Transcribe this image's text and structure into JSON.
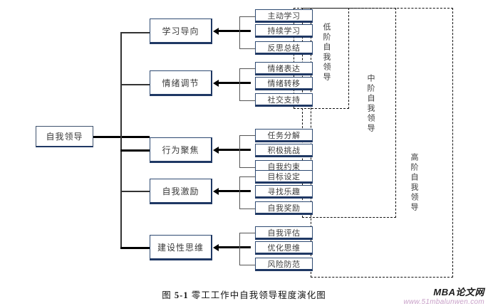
{
  "figure": {
    "root": {
      "label": "自我领导"
    },
    "categories": [
      {
        "label": "学习导向",
        "children": [
          {
            "label": "主动学习"
          },
          {
            "label": "持续学习"
          },
          {
            "label": "反思总结"
          }
        ]
      },
      {
        "label": "情绪调节",
        "children": [
          {
            "label": "情绪表达"
          },
          {
            "label": "情绪转移"
          },
          {
            "label": "社交支持"
          }
        ]
      },
      {
        "label": "行为聚焦",
        "children": [
          {
            "label": "任务分解"
          },
          {
            "label": "积极挑战"
          },
          {
            "label": "自我约束"
          }
        ]
      },
      {
        "label": "自我激励",
        "children": [
          {
            "label": "目标设定"
          },
          {
            "label": "寻找乐趣"
          },
          {
            "label": "自我奖励"
          }
        ]
      },
      {
        "label": "建设性思维",
        "children": [
          {
            "label": "自我评估"
          },
          {
            "label": "优化思维"
          },
          {
            "label": "风险防范"
          }
        ]
      }
    ],
    "tiers": [
      {
        "id": "low",
        "label": "低阶自我领导"
      },
      {
        "id": "mid",
        "label": "中阶自我领导"
      },
      {
        "id": "high",
        "label": "高阶自我领导"
      }
    ],
    "caption": {
      "prefix": "图",
      "number": "5-1",
      "text": "零工工作中自我领导程度演化图"
    },
    "watermark": {
      "brand": "MBA论文网",
      "url": "www.51mbalunwen.com"
    },
    "colors": {
      "box_border": "#2E4A72",
      "box_shadow": "#1F3864",
      "line": "#000000",
      "dashed": "#111111",
      "watermark_url": "#c8a0c8"
    }
  }
}
